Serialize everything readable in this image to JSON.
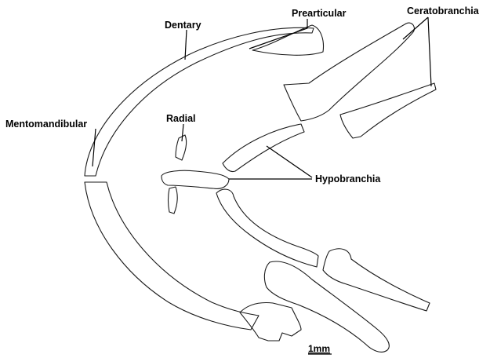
{
  "labels": {
    "dentary": "Dentary",
    "prearticular": "Prearticular",
    "ceratobranchia": "Ceratobranchia",
    "mentomandibular": "Mentomandibular",
    "radial": "Radial",
    "hypobranchia": "Hypobranchia"
  },
  "scale_bar": {
    "text": "1mm"
  },
  "colors": {
    "line": "#1a1a1a",
    "background": "#ffffff"
  }
}
